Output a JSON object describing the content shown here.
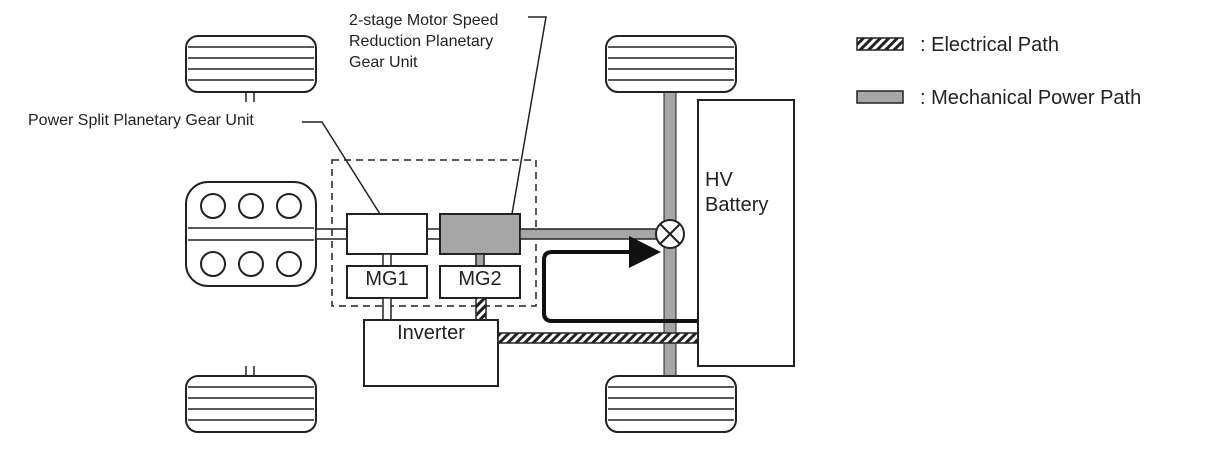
{
  "labels": {
    "power_split": "Power Split Planetary Gear Unit",
    "two_stage_line1": "2-stage Motor Speed",
    "two_stage_line2": "Reduction Planetary",
    "two_stage_line3": "Gear Unit",
    "mg1": "MG1",
    "mg2": "MG2",
    "inverter": "Inverter",
    "hv_line1": "HV",
    "hv_line2": "Battery"
  },
  "legend": {
    "electrical": ": Electrical Path",
    "mechanical": ": Mechanical Power Path"
  },
  "colors": {
    "stroke": "#222222",
    "mechanical_fill": "#a6a6a6",
    "electrical_hatch": "#222222"
  }
}
